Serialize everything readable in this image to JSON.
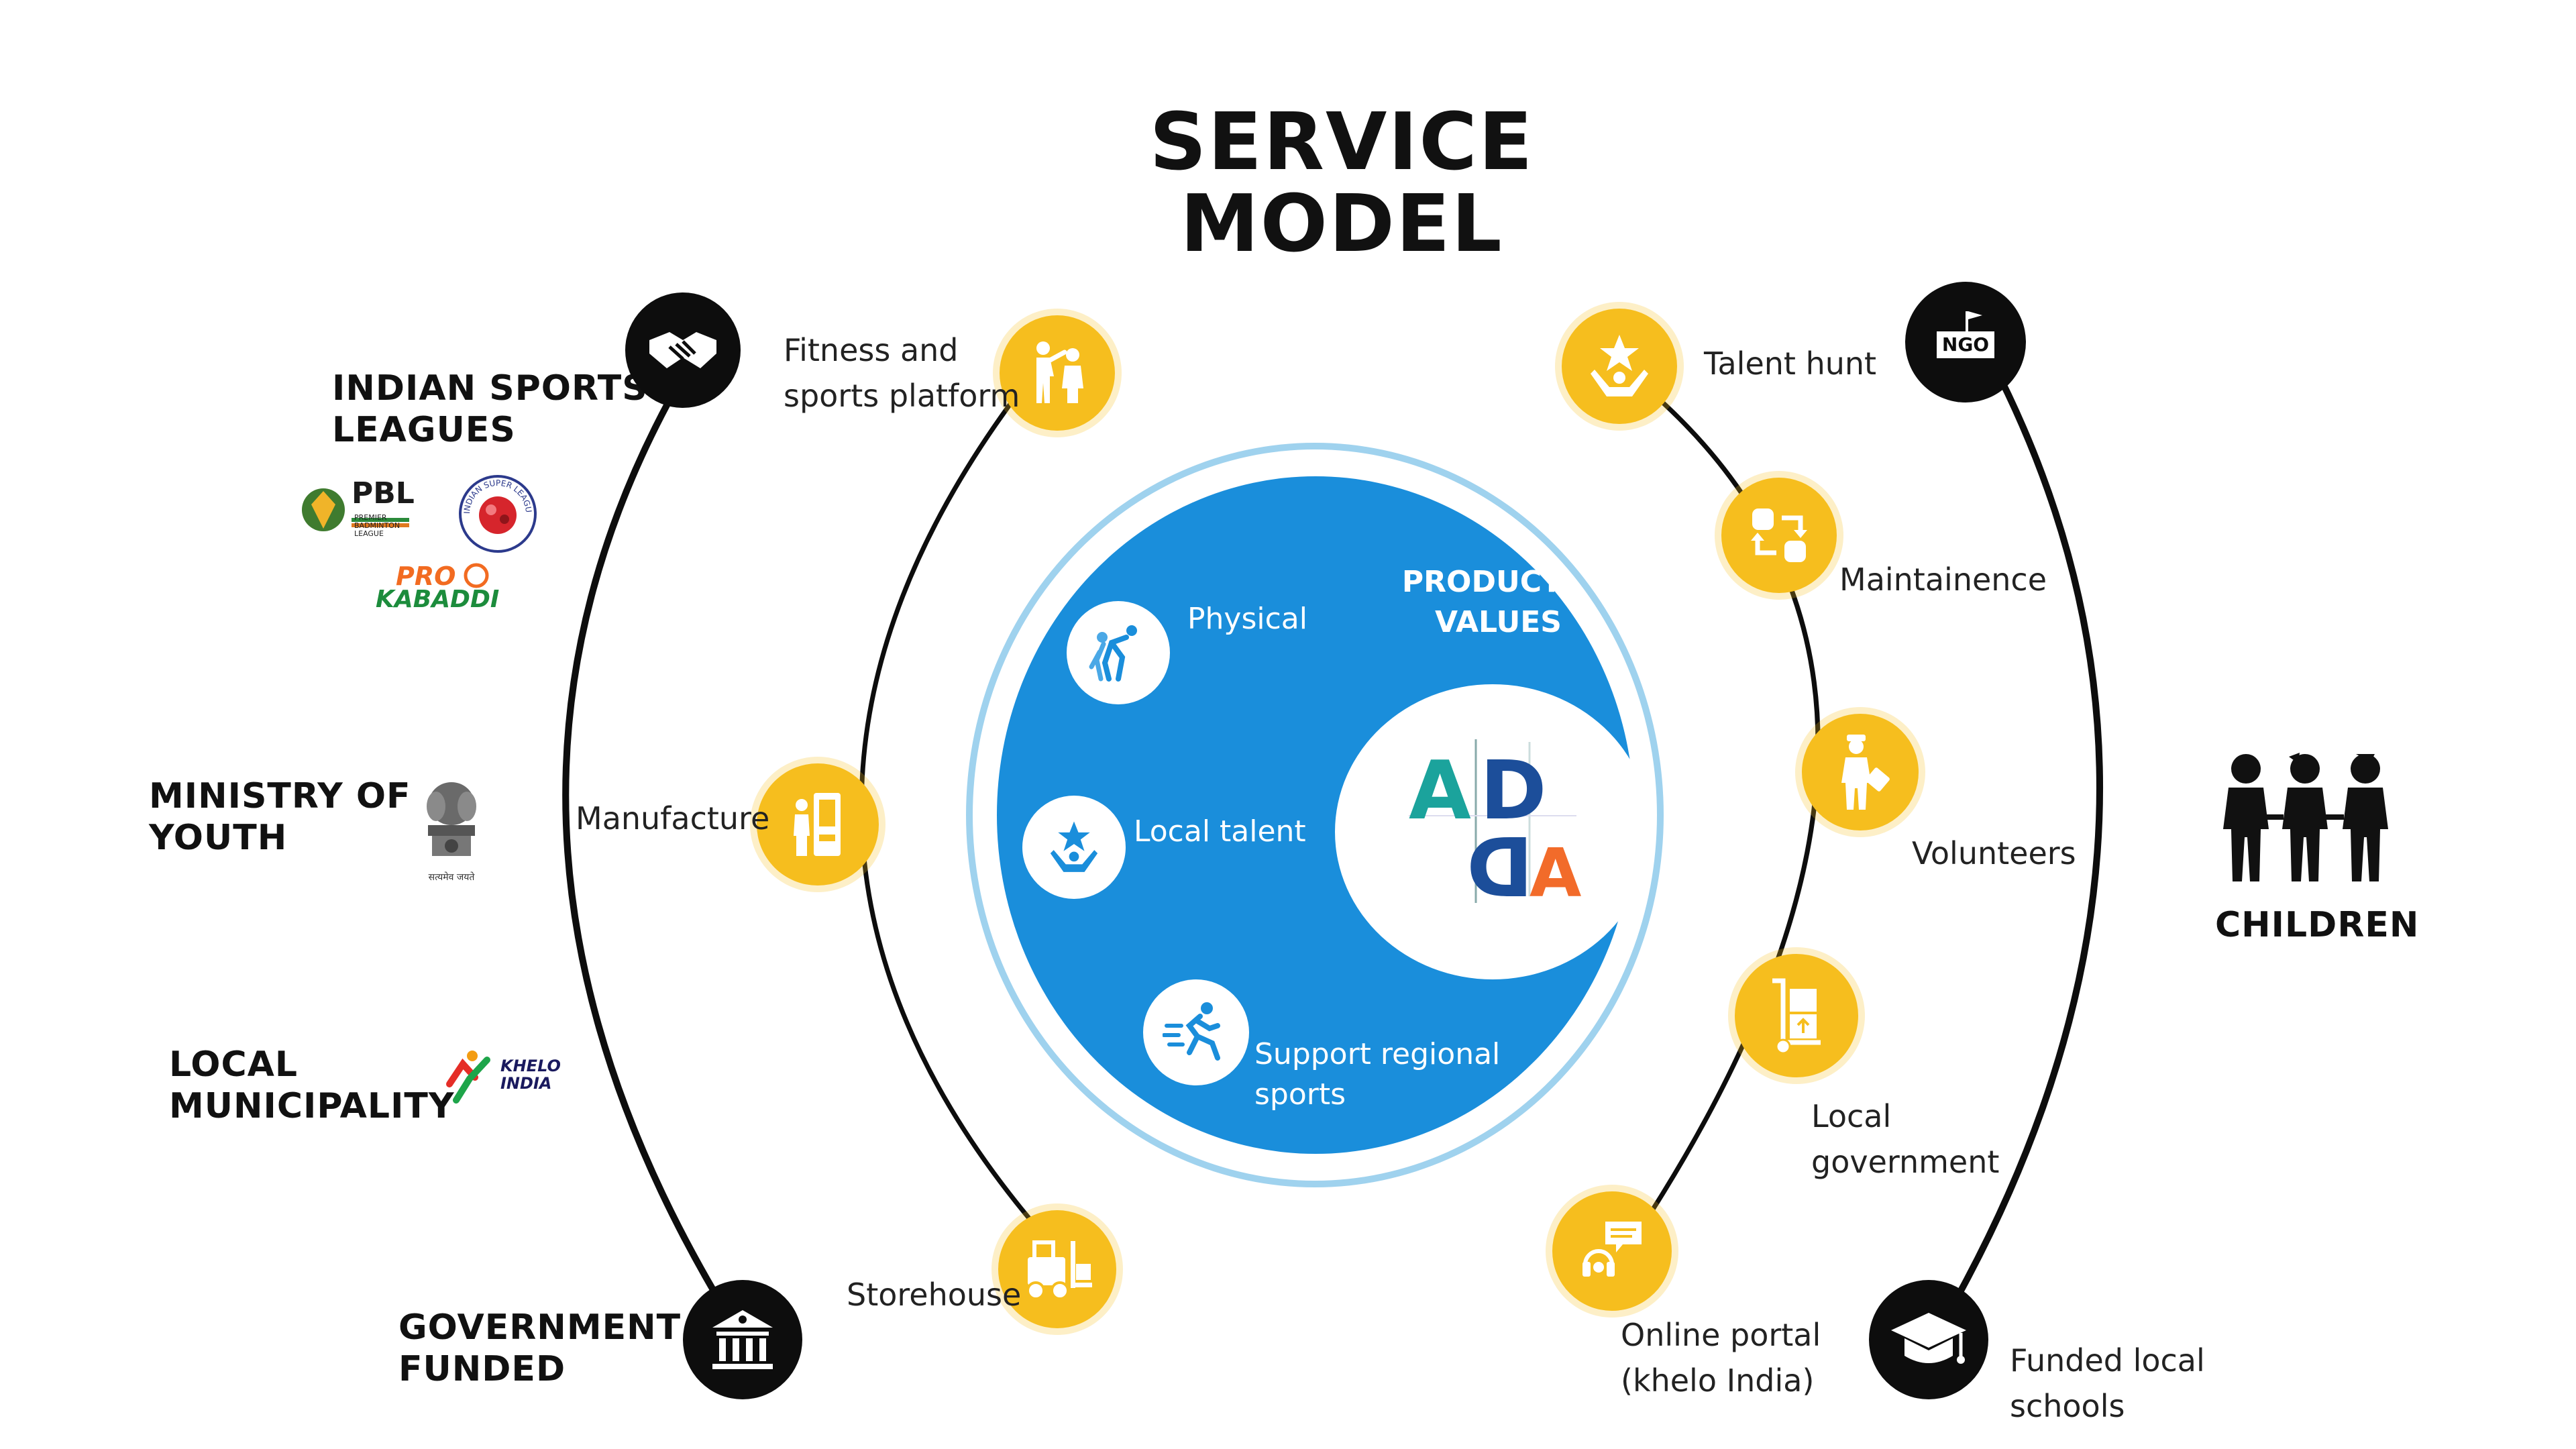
{
  "title": {
    "line1": "SERVICE",
    "line2": "MODEL"
  },
  "partners": [
    {
      "line1": "INDIAN SPORTS",
      "line2": "LEAGUES",
      "icon": "handshake-icon"
    },
    {
      "line1": "MINISTRY OF",
      "line2": "YOUTH",
      "icon": "emblem-icon"
    },
    {
      "line1": "LOCAL",
      "line2": "MUNICIPALITY",
      "icon": "khelo-india-logo"
    },
    {
      "line1": "GOVERNMENT",
      "line2": "FUNDED",
      "icon": "government-building-icon"
    }
  ],
  "logos": {
    "pbl": {
      "main": "PBL",
      "sub1": "PREMIER",
      "sub2": "BADMINTON",
      "sub3": "LEAGUE"
    },
    "isl": {
      "ring": "INDIAN SUPER LEAGUE"
    },
    "pro_kabaddi": {
      "line1": "PRO",
      "line2": "KABADDI"
    },
    "emblem_motto": "सत्यमेव जयते",
    "khelo": {
      "line1": "KHELO",
      "line2": "INDIA"
    }
  },
  "activities_left": [
    {
      "line1": "Fitness and",
      "line2": "sports platform",
      "icon": "coaching-icon"
    },
    {
      "line1": "Manufacture",
      "icon": "vending-machine-icon"
    },
    {
      "line1": "Storehouse",
      "icon": "forklift-icon"
    }
  ],
  "activities_right": [
    {
      "line1": "Talent hunt",
      "icon": "star-person-icon"
    },
    {
      "line1": "Maintainence",
      "icon": "cycle-arrows-icon"
    },
    {
      "line1": "Volunteers",
      "icon": "volunteer-icon"
    },
    {
      "line1": "Local",
      "line2": "government",
      "icon": "hand-truck-icon"
    },
    {
      "line1": "Online portal",
      "line2": "(khelo India)",
      "icon": "support-chat-icon"
    }
  ],
  "customers": {
    "ngo": {
      "badge": "NGO",
      "icon": "ngo-flag-icon"
    },
    "children": {
      "label": "CHILDREN",
      "icon": "children-icon"
    },
    "schools": {
      "line1": "Funded local",
      "line2": "schools",
      "icon": "graduation-cap-icon"
    }
  },
  "product_values": {
    "title1": "PRODUCT",
    "title2": "VALUES",
    "items": [
      {
        "line1": "Physical",
        "icon": "exercise-icon"
      },
      {
        "line1": "Local talent",
        "icon": "star-person-icon"
      },
      {
        "line1": "Support regional",
        "line2": "sports",
        "icon": "runner-icon"
      }
    ],
    "logo": {
      "a1": "A",
      "d1": "D",
      "d2": "D",
      "a2": "A"
    }
  },
  "colors": {
    "accent_yellow": "#F6BE1E",
    "brand_blue": "#1A8EDB",
    "ring_blue": "#9FD2EE",
    "black": "#0D0D0D",
    "logo_teal": "#1BA39C",
    "logo_navy": "#1C4E9A",
    "logo_orange": "#F26B2A"
  }
}
